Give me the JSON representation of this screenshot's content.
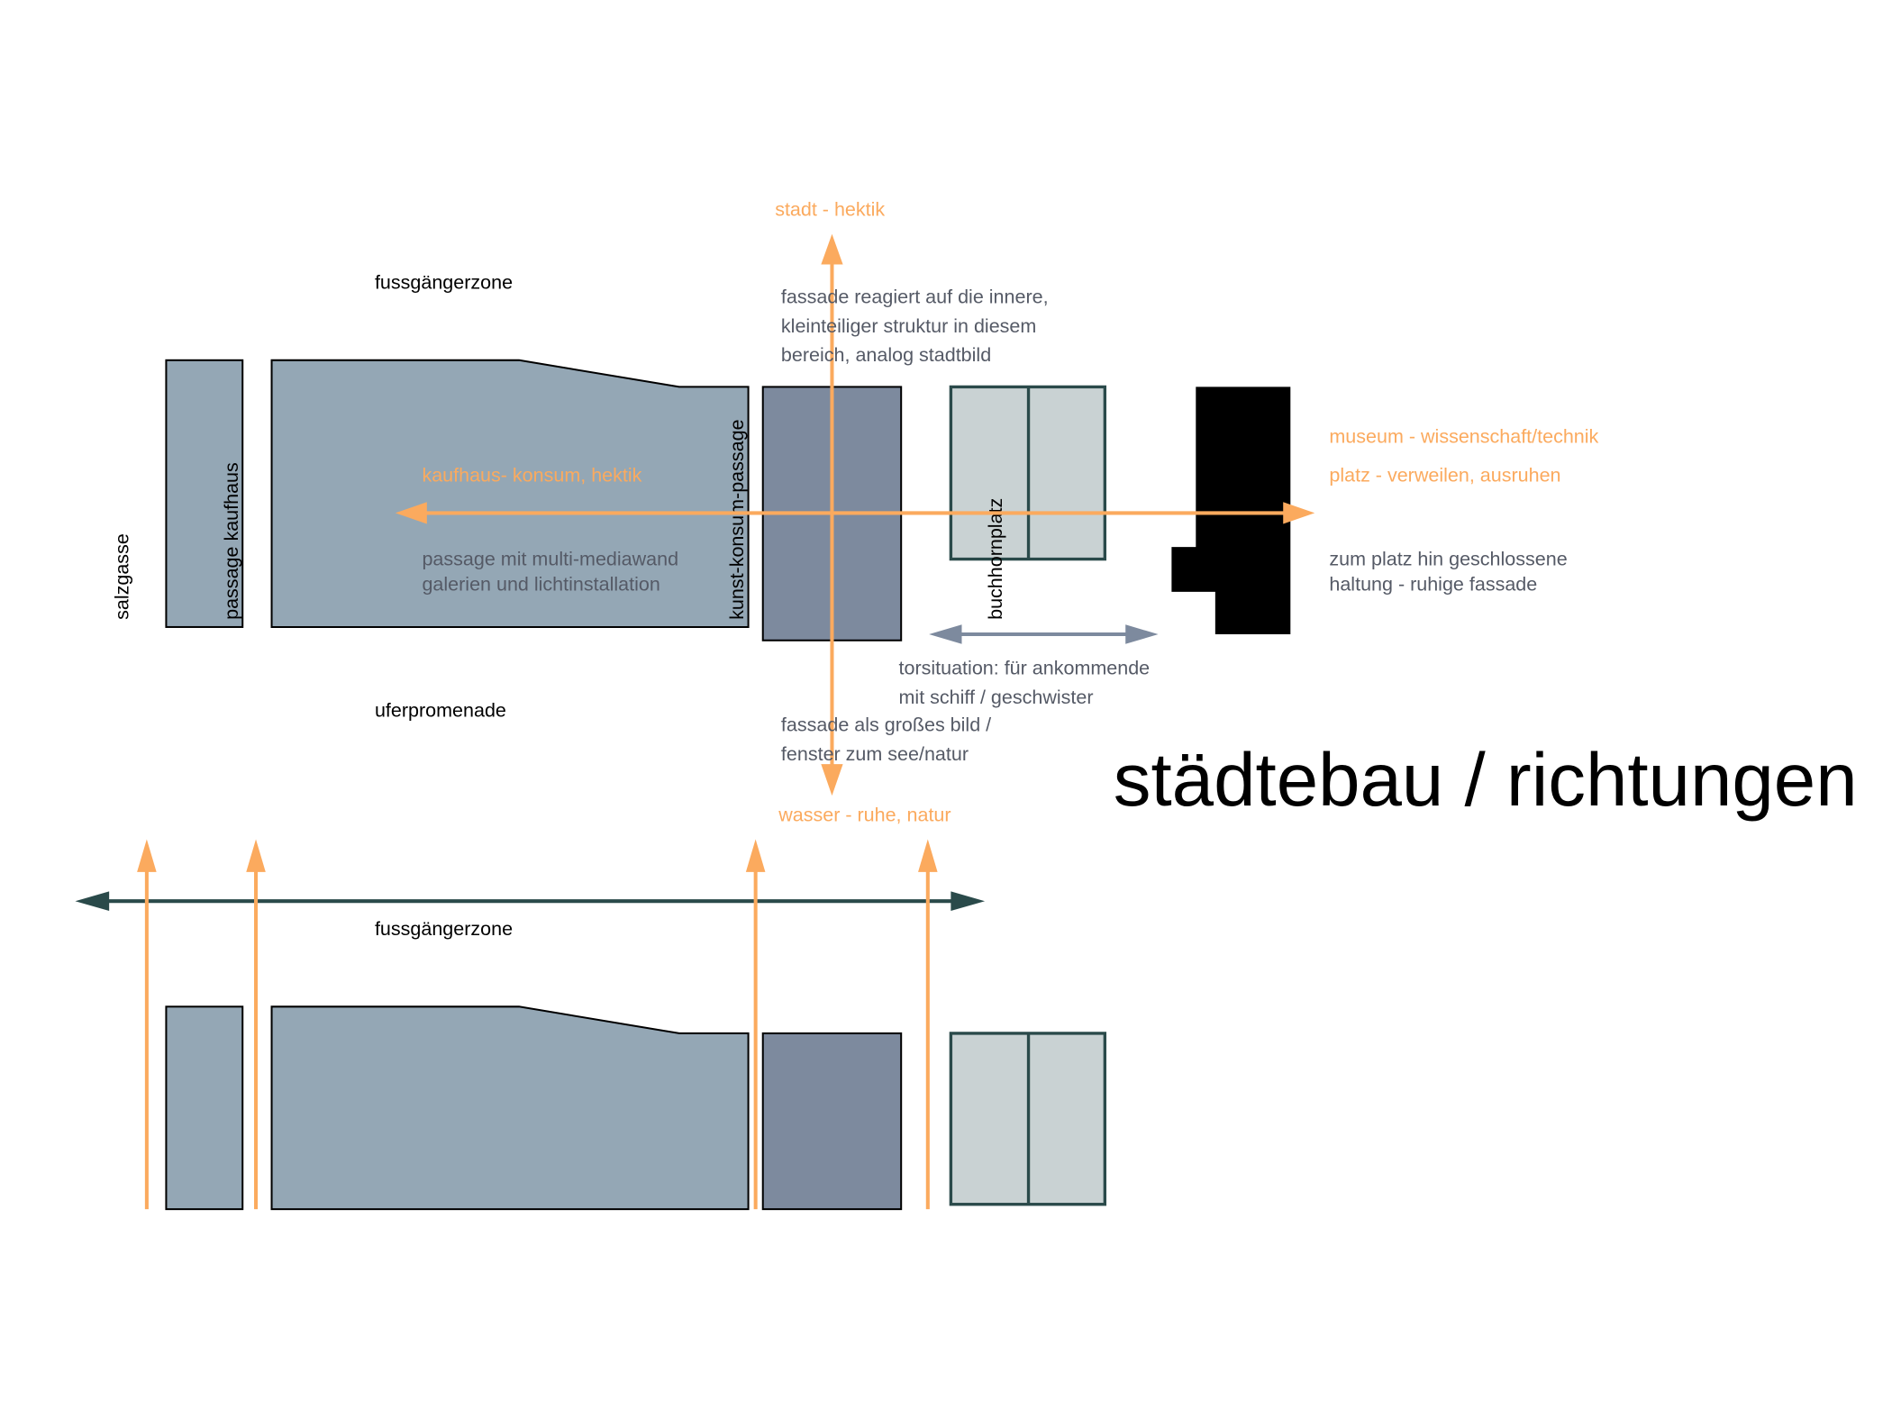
{
  "colors": {
    "orange": "#fbaa5e",
    "building_light": "#94a7b5",
    "building_dark": "#7d8a9e",
    "plaza": "#c9d2d3",
    "plaza_stroke": "#2a4a4a",
    "museum": "#000000",
    "note": "#555a66"
  },
  "title": "städtebau / richtungen",
  "labels": {
    "fussgaengerzone_top": "fussgängerzone",
    "uferpromenade": "uferpromenade",
    "salzgasse": "salzgasse",
    "passage_kaufhaus": "passage kaufhaus",
    "kunst_konsum_passage": "kunst-konsum-passage",
    "buchhornplatz": "buchhornplatz",
    "fussgaengerzone_bottom": "fussgängerzone"
  },
  "directions": {
    "stadt": "stadt - hektik",
    "wasser": "wasser - ruhe, natur",
    "kaufhaus": "kaufhaus- konsum, hektik",
    "museum": "museum - wissenschaft/technik",
    "platz": "platz - verweilen, ausruhen"
  },
  "notes": {
    "fassade_top": [
      "fassade reagiert auf die innere,",
      "kleinteiliger struktur in diesem",
      "bereich, analog stadtbild"
    ],
    "passage": [
      "passage mit multi-mediawand",
      "galerien und lichtinstallation"
    ],
    "platz": [
      "zum platz hin geschlossene",
      "haltung - ruhige fassade"
    ],
    "torsituation": [
      "torsituation: für ankommende",
      "mit schiff / geschwister"
    ],
    "fassade_bottom": [
      "fassade als großes bild /",
      "fenster zum see/natur"
    ]
  }
}
